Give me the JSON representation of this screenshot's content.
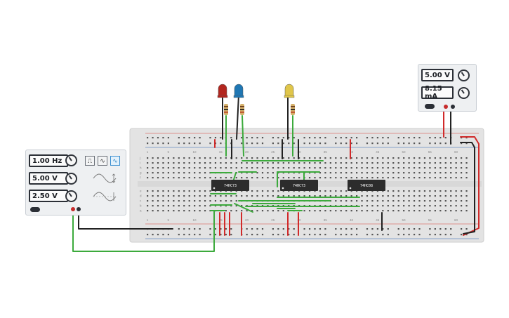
{
  "function_generator": {
    "frequency": "1.00 Hz",
    "amplitude": "5.00 V",
    "dc_offset": "2.50 V",
    "waveforms": [
      {
        "name": "square-wave-icon",
        "glyph": "⎍",
        "selected": false
      },
      {
        "name": "triangle-wave-icon",
        "glyph": "∿",
        "selected": false
      },
      {
        "name": "sine-wave-icon",
        "glyph": "∿",
        "selected": true
      }
    ]
  },
  "power_supply": {
    "voltage": "5.00 V",
    "current": "8.15 mA"
  },
  "chips": [
    {
      "label": "74HC73"
    },
    {
      "label": "74HC73"
    },
    {
      "label": "74HC08"
    }
  ],
  "leds": [
    {
      "name": "red-led",
      "color": "#b3261e"
    },
    {
      "name": "blue-led",
      "color": "#1f77b4"
    },
    {
      "name": "yellow-led",
      "color": "#e0c64a"
    }
  ],
  "breadboard": {
    "column_numbers": [
      "1",
      "5",
      "10",
      "15",
      "20",
      "25",
      "30",
      "35",
      "40",
      "45",
      "50",
      "55",
      "60"
    ],
    "row_letters_top": [
      "j",
      "i",
      "h",
      "g",
      "f"
    ],
    "row_letters_bottom": [
      "e",
      "d",
      "c",
      "b",
      "a"
    ]
  },
  "colors": {
    "wire_green": "#3caa3c",
    "wire_red": "#d12a2a",
    "wire_black": "#222222",
    "rail_red": "#d9423a",
    "rail_blue": "#2a5fb0",
    "board": "#e3e3e3"
  }
}
